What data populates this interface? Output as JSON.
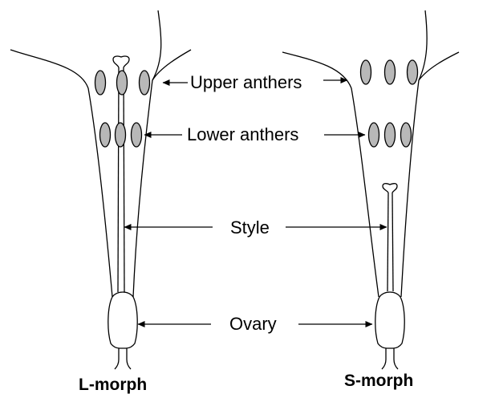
{
  "labels": {
    "upper_anthers": "Upper anthers",
    "lower_anthers": "Lower anthers",
    "style": "Style",
    "ovary": "Ovary"
  },
  "morphs": {
    "left": "L-morph",
    "right": "S-morph"
  },
  "colors": {
    "anther_fill": "#b8b8b8",
    "line": "#000000"
  }
}
